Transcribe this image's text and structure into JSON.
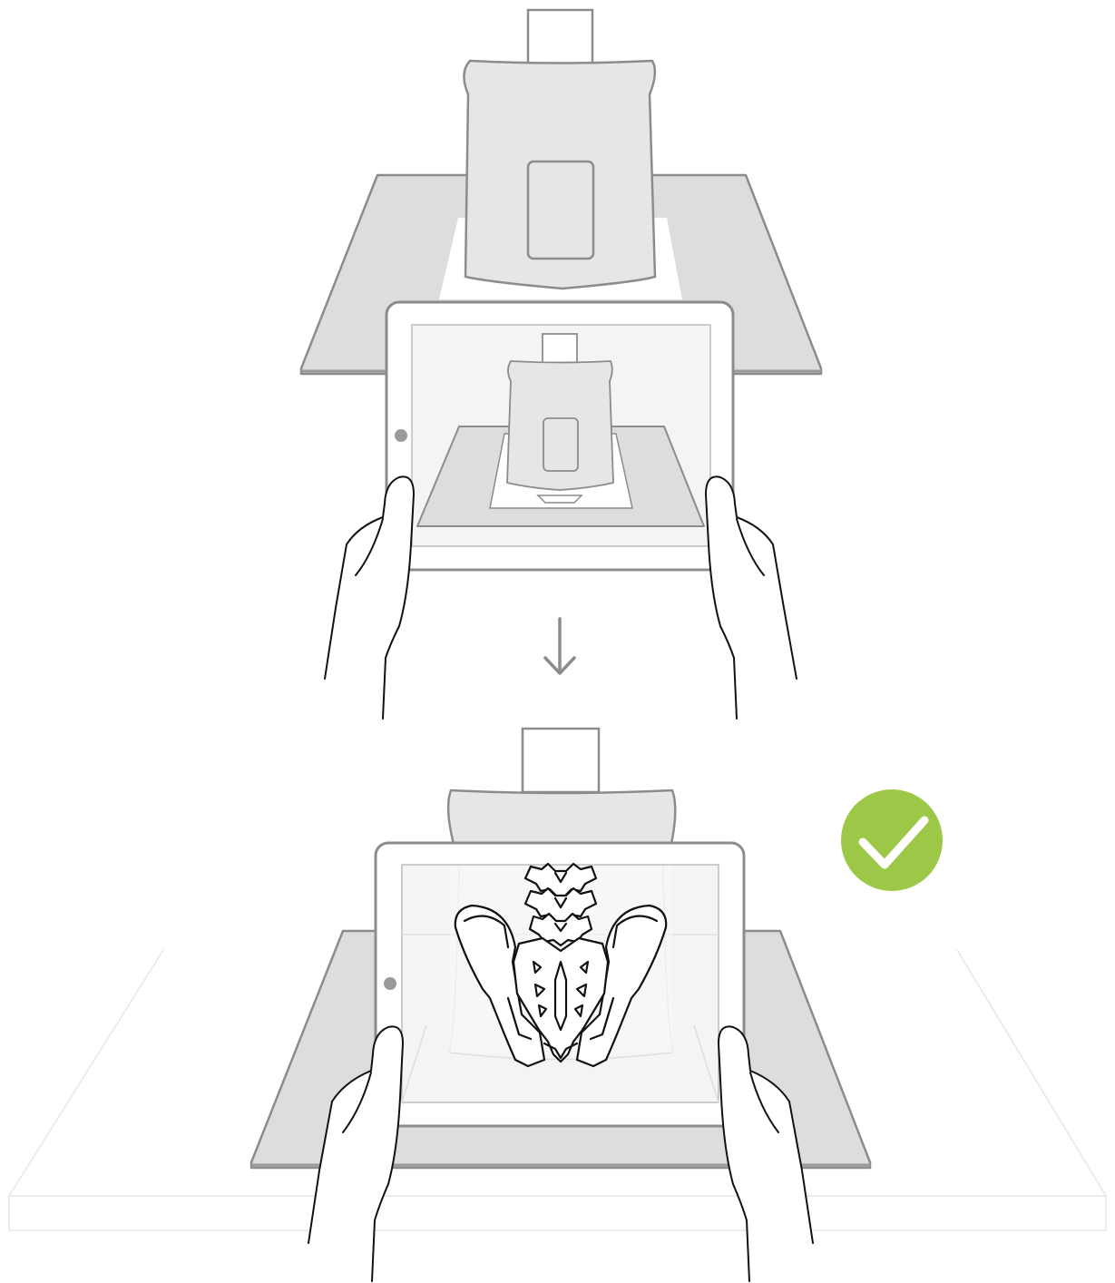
{
  "illustration": {
    "panels": [
      {
        "id": "before",
        "subject": "tablet-camera-view-of-xray-detector-on-table",
        "icon": "tablet-icon"
      },
      {
        "id": "after",
        "subject": "tablet-showing-pelvis-xray-overlay",
        "icon": "pelvis-xray-icon"
      }
    ],
    "transition_icon": "arrow-down-icon",
    "status_icon": "checkmark-icon",
    "colors": {
      "outline": "#8c8c8c",
      "table": "#dcdddd",
      "detector": "#e6e6e6",
      "screen": "#f2f2f2",
      "success": "#9dc847",
      "ink": "#111111"
    }
  }
}
